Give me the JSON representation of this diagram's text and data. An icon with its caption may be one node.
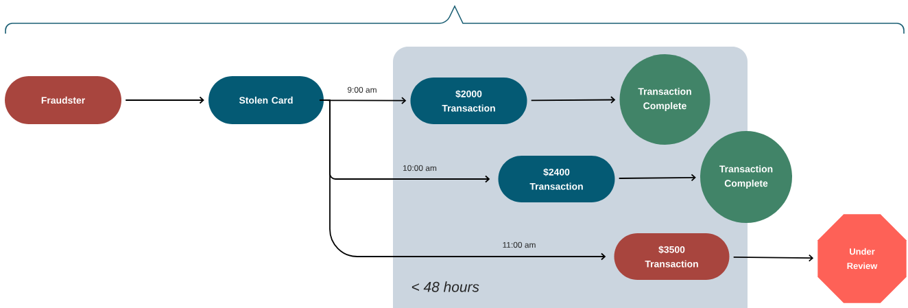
{
  "diagram": {
    "nodes": [
      {
        "text": [
          "< 48 hours"
        ]
      },
      {
        "text": [
          "Fraudster"
        ]
      },
      {
        "text": [
          "Stolen Card"
        ]
      },
      {
        "text": [
          "$2000 Transaction"
        ],
        "in": 0
      },
      {
        "text": [
          "Transaction Complete"
        ],
        "in": 0
      },
      {
        "text": [
          "$2400 Transaction"
        ],
        "in": 0
      },
      {
        "text": [
          "Transaction Complete"
        ]
      },
      {
        "text": [
          "$3500 Transaction"
        ],
        "in": 0
      },
      {
        "text": [
          "Under Review"
        ]
      }
    ],
    "edges": [
      {
        "from": 1,
        "to": 2,
        "arrow": "to"
      },
      {
        "from": 2,
        "to": 3,
        "arrow": "to",
        "label": "9:00 am"
      },
      {
        "from": 3,
        "to": 4,
        "arrow": "to"
      },
      {
        "from": 2,
        "to": 5,
        "arrow": "to",
        "label": "10:00 am"
      },
      {
        "from": 5,
        "to": 6,
        "arrow": "to"
      },
      {
        "from": 2,
        "to": 7,
        "arrow": "to",
        "label": "11:00 am"
      },
      {
        "from": 7,
        "to": 8,
        "arrow": "to"
      }
    ]
  }
}
